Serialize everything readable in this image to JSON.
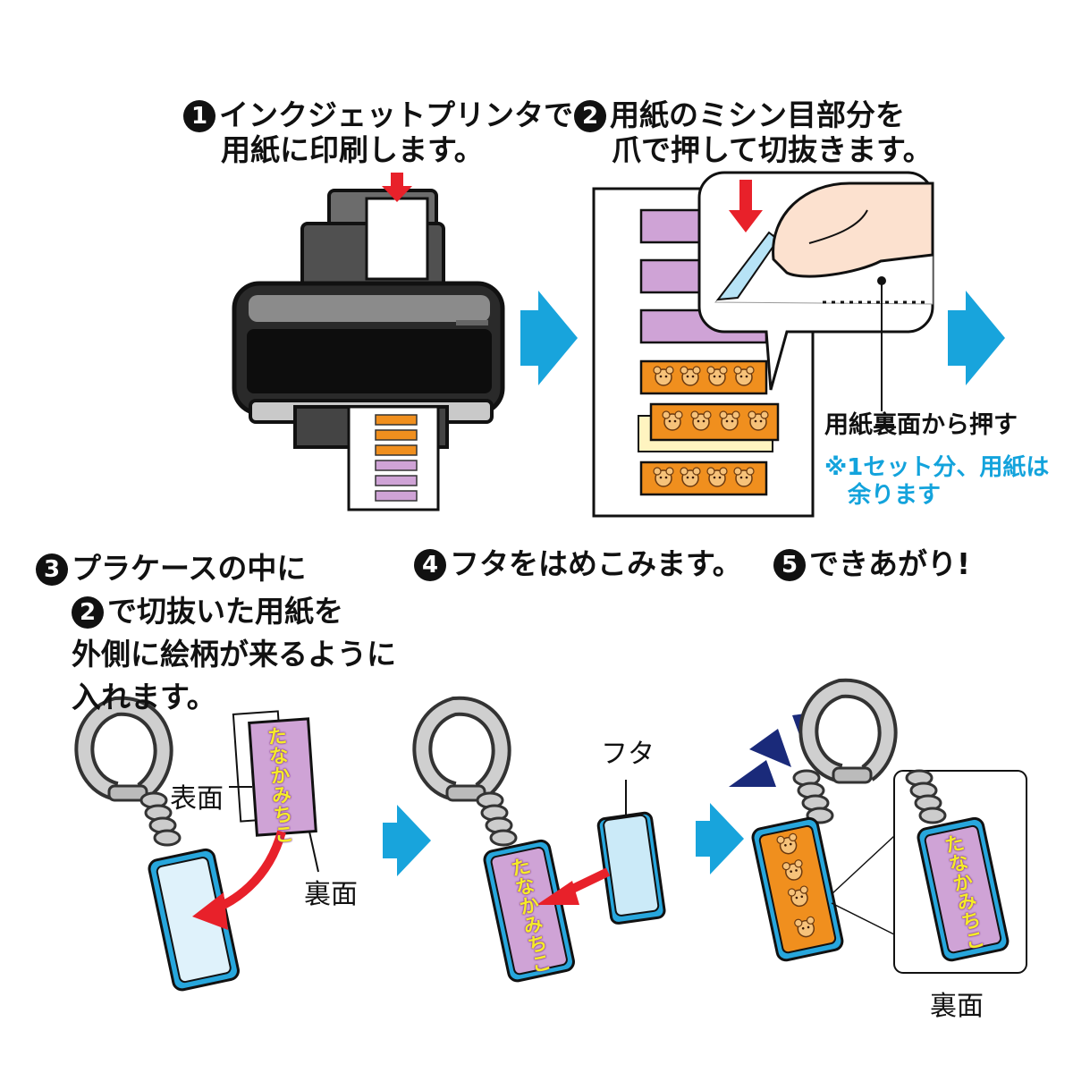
{
  "step1": {
    "num": "1",
    "line1": "インクジェットプリンタで",
    "line2": "用紙に印刷します。"
  },
  "step2": {
    "num": "2",
    "line1": "用紙のミシン目部分を",
    "line2": "爪で押して切抜きます。"
  },
  "step2_note": {
    "press": "用紙裏面から押す",
    "remark1": "※1セット分、用紙は",
    "remark2": "余ります"
  },
  "step3": {
    "num": "3",
    "line1": "プラケースの中に",
    "line2num": "2",
    "line2": "で切抜いた用紙を",
    "line3": "外側に絵柄が来るように",
    "line4": "入れます。"
  },
  "step4": {
    "num": "4",
    "line1": "フタをはめこみます。"
  },
  "step5": {
    "num": "5",
    "line1": "できあがり!"
  },
  "labels": {
    "front": "表面",
    "back": "裏面",
    "lid": "フタ",
    "back2": "裏面"
  },
  "name_tag": {
    "text": "たなかみちこ"
  },
  "colors": {
    "arrow": "#18a4dc",
    "red": "#e8212a",
    "case": "#27a6dc",
    "tag_purple": "#cfa3d6",
    "tag_text": "#f5ec28",
    "bear_orange": "#f08f1e"
  }
}
